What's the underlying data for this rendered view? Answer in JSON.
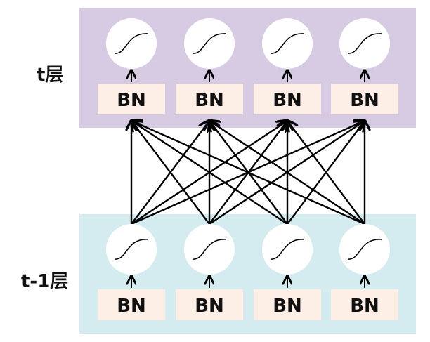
{
  "layers": {
    "top": {
      "label": "t层",
      "bg": "#d6cbe3"
    },
    "bottom": {
      "label": "t-1层",
      "bg": "#d4ebf0"
    }
  },
  "neuron": {
    "count": 4,
    "bn_label": "BN",
    "activation_icon": "sigmoid-icon",
    "circle_fill": "#ffffff",
    "bn_fill": "#fdeee6",
    "edge_color": "#000000"
  }
}
